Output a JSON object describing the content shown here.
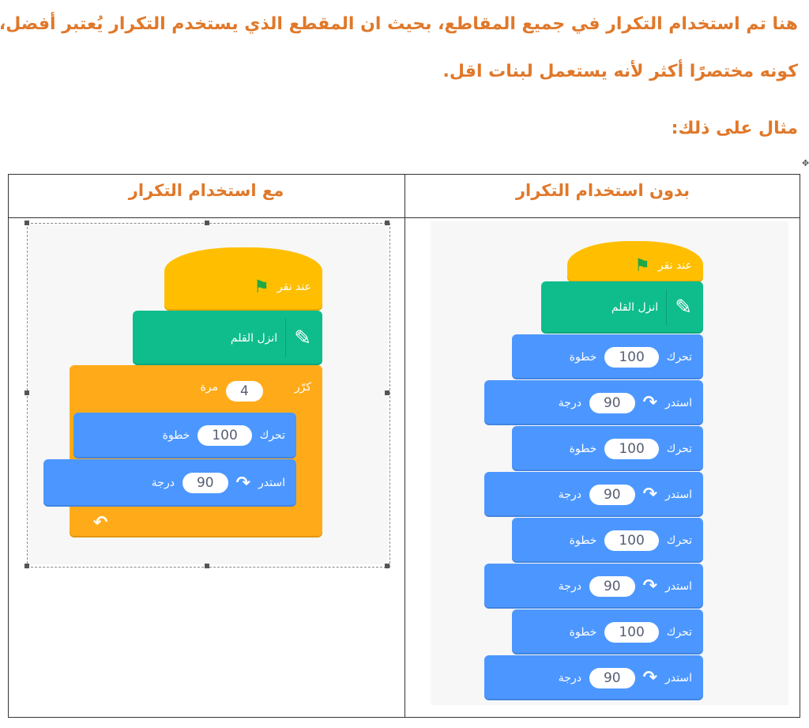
{
  "text": {
    "line1": "هنا تم استخدام التكرار في جميع المقاطع، بحيث ان المقطع الذي يستخدم التكرار يُعتبر أفضل،",
    "line2": "كونه مختصرًا أكثر لأنه يستعمل لبنات اقل.",
    "line3": "مثال على ذلك:"
  },
  "table": {
    "header_with": "مع استخدام التكرار",
    "header_without": "بدون استخدام التكرار"
  },
  "blocks": {
    "when_flag": "عند نقر",
    "pen_down": "انزل القلم",
    "repeat": "كرّر",
    "times": "مرة",
    "repeat_count": "4",
    "move": "تحرك",
    "steps": "خطوة",
    "move_value": "100",
    "turn": "استدر",
    "degrees": "درجة",
    "turn_value": "90"
  },
  "colors": {
    "text": "#e0782a",
    "events": "#ffbf00",
    "pen": "#0fbd8c",
    "control": "#ffab19",
    "motion": "#4c97ff"
  },
  "icons": {
    "flag": "green-flag-icon",
    "pen": "pen-icon",
    "rotate": "rotate-clockwise-icon",
    "loop": "loop-arrow-icon"
  }
}
